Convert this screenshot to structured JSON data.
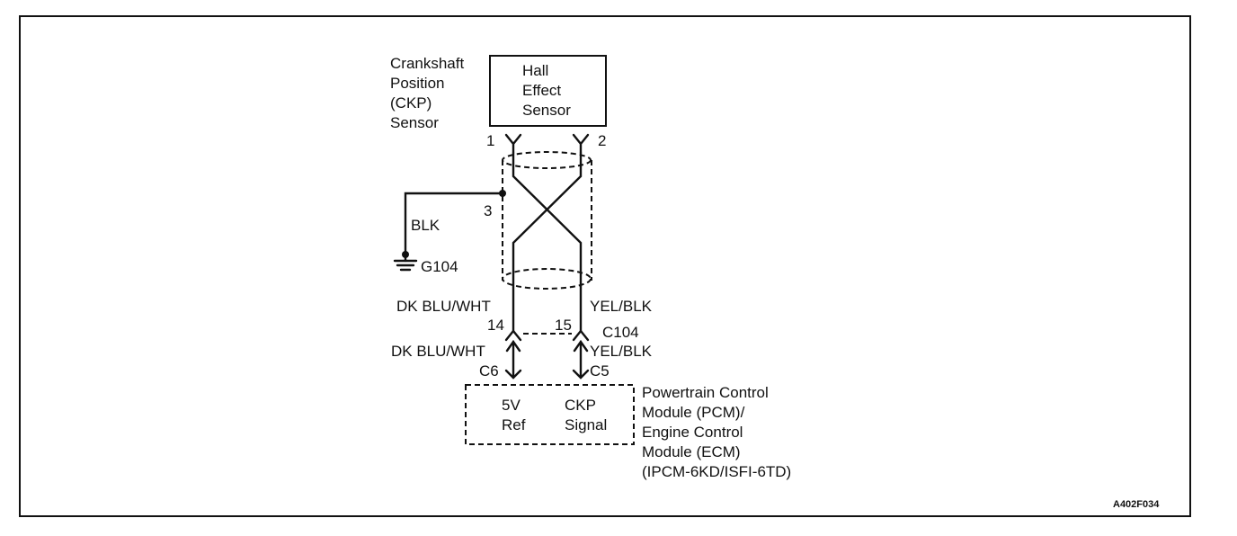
{
  "sensor": {
    "name_lines": [
      "Crankshaft",
      "Position",
      "(CKP)",
      "Sensor"
    ],
    "box_lines": [
      "Hall",
      "Effect",
      "Sensor"
    ],
    "pin1": "1",
    "pin2": "2"
  },
  "shield": {
    "pin": "3",
    "wire_color": "BLK",
    "ground": "G104"
  },
  "wires": {
    "left_upper": "DK BLU/WHT",
    "right_upper": "YEL/BLK",
    "left_lower": "DK BLU/WHT",
    "right_lower": "YEL/BLK"
  },
  "connector": {
    "name": "C104",
    "pin_left": "14",
    "pin_right": "15"
  },
  "module_pins": {
    "left": "C6",
    "right": "C5"
  },
  "module": {
    "left_lines": [
      "5V",
      "Ref"
    ],
    "right_lines": [
      "CKP",
      "Signal"
    ],
    "name_lines": [
      "Powertrain Control",
      "Module (PCM)/",
      "Engine Control",
      "Module (ECM)",
      "(IPCM-6KD/ISFI-6TD)"
    ]
  },
  "figure_id": "A402F034"
}
